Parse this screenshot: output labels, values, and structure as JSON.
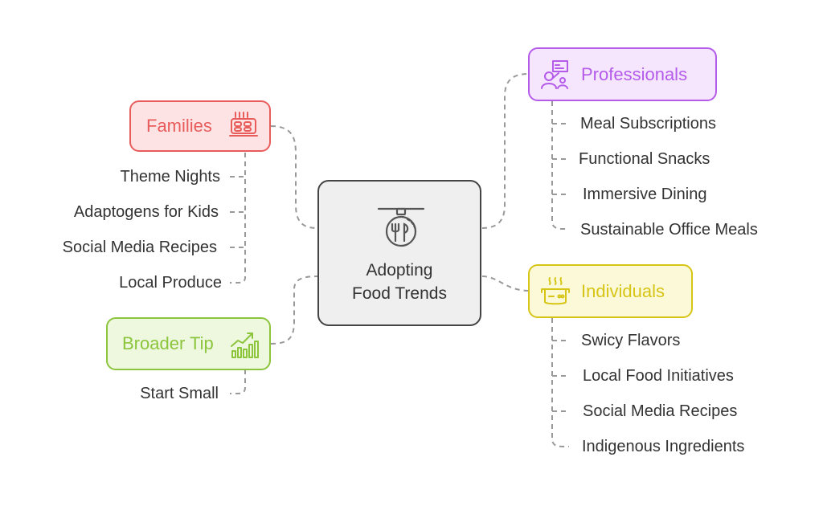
{
  "center": {
    "title_line1": "Adopting",
    "title_line2": "Food Trends",
    "icon": "dining-utensils-icon"
  },
  "colors": {
    "families": "#e85c5c",
    "families_bg": "#fde3e3",
    "professionals": "#b45bea",
    "professionals_bg": "#f5e6fd",
    "individuals": "#d6c515",
    "individuals_bg": "#fcf9d8",
    "broader": "#8cc43c",
    "broader_bg": "#eef8df",
    "connector": "#999999"
  },
  "families": {
    "label": "Families",
    "icon": "food-tray-icon",
    "items": [
      "Theme Nights",
      "Adaptogens for Kids",
      "Social Media Recipes",
      "Local Produce"
    ]
  },
  "broader_tip": {
    "label": "Broader Tip",
    "icon": "growth-chart-icon",
    "items": [
      "Start Small"
    ]
  },
  "professionals": {
    "label": "Professionals",
    "icon": "presenter-icon",
    "items": [
      "Meal Subscriptions",
      "Functional Snacks",
      "Immersive Dining",
      "Sustainable Office Meals"
    ]
  },
  "individuals": {
    "label": "Individuals",
    "icon": "cooking-pot-icon",
    "items": [
      "Swicy Flavors",
      "Local Food Initiatives",
      "Social Media Recipes",
      "Indigenous Ingredients"
    ]
  }
}
